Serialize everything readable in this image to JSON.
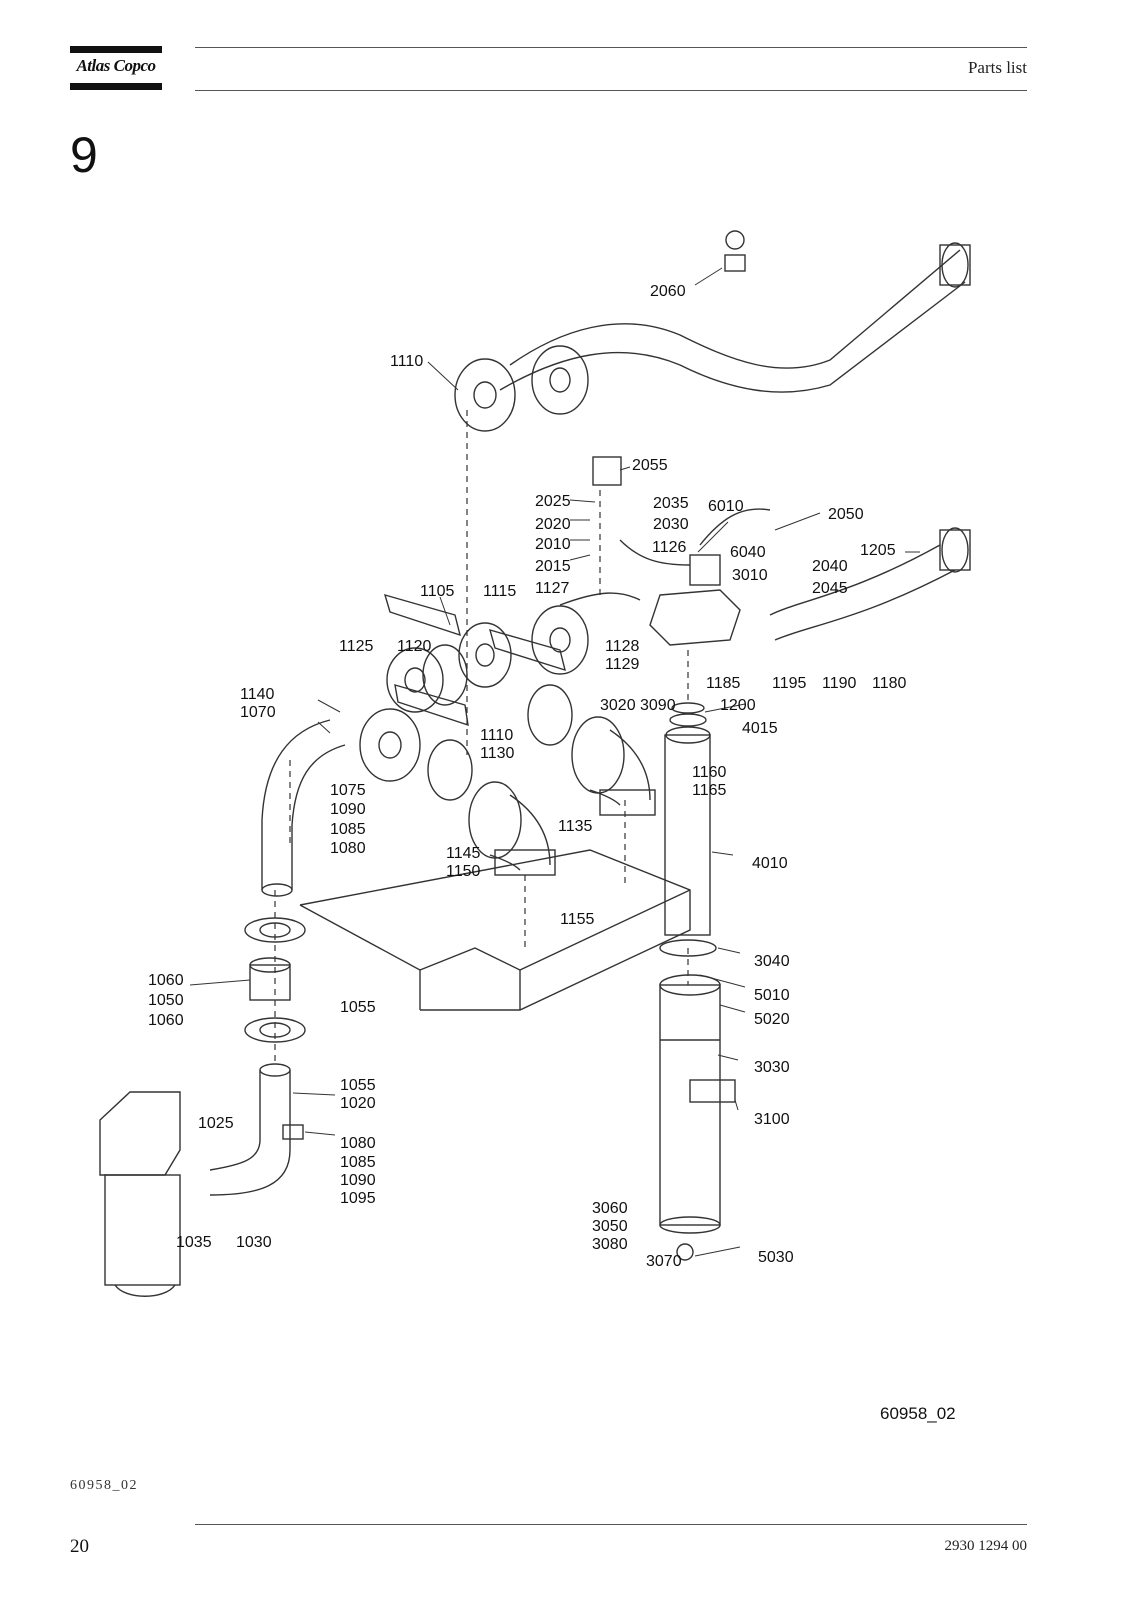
{
  "header": {
    "logo_text": "Atlas Copco",
    "title": "Parts list"
  },
  "chapter_number": "9",
  "figure": {
    "reference": "60958_02",
    "part_numbers": [
      "2060",
      "1110",
      "2055",
      "2025",
      "2035",
      "6010",
      "2020",
      "2030",
      "2050",
      "2010",
      "1126",
      "2015",
      "6040",
      "1205",
      "1127",
      "3010",
      "2040",
      "1105",
      "1115",
      "2045",
      "1125",
      "1120",
      "1128",
      "1129",
      "1140",
      "1070",
      "3020",
      "3090",
      "1200",
      "1185",
      "1195",
      "1190",
      "1180",
      "1110",
      "4015",
      "1130",
      "1075",
      "1160",
      "1165",
      "1090",
      "1085",
      "1080",
      "1135",
      "1145",
      "1150",
      "4010",
      "1155",
      "1060",
      "1050",
      "3040",
      "1055",
      "1060",
      "5010",
      "5020",
      "1055",
      "1020",
      "1025",
      "3030",
      "1080",
      "1085",
      "3100",
      "1090",
      "1095",
      "3060",
      "3050",
      "3080",
      "1035",
      "1030",
      "3070",
      "5030"
    ]
  },
  "footer": {
    "doc_ref": "60958_02",
    "page_number": "20",
    "document_number": "2930 1294 00"
  }
}
